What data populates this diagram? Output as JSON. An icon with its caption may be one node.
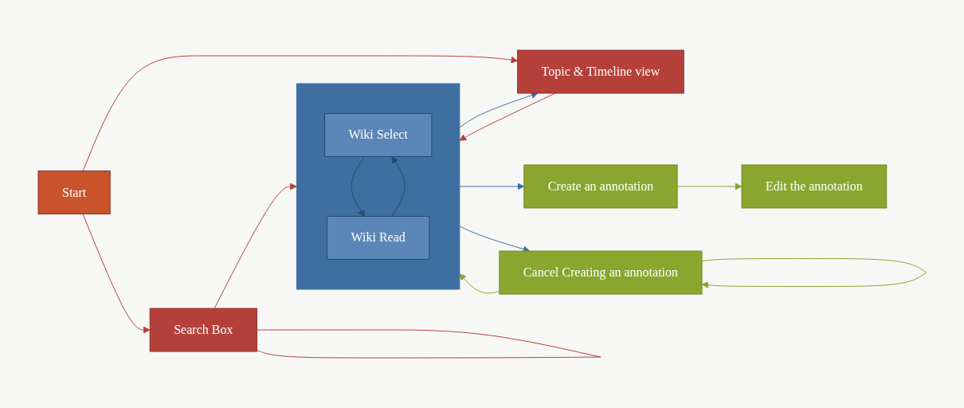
{
  "diagram": {
    "nodes": [
      {
        "text": [
          "Start"
        ]
      },
      {
        "text": [
          "Topic & Timeline view"
        ]
      },
      {
        "text": [
          "Search Box"
        ]
      },
      {
        "text": [],
        "shape": "box"
      },
      {
        "text": [
          "Wiki Select"
        ],
        "in": 3
      },
      {
        "text": [
          "Wiki Read"
        ],
        "in": 3
      },
      {
        "text": [
          "Cancel Creating an annotation"
        ]
      },
      {
        "text": [
          "Create an annotation"
        ]
      },
      {
        "text": [
          "Edit the annotation"
        ]
      }
    ],
    "edges": [
      {
        "from": 0,
        "to": 1,
        "arrow": "to",
        "color": "#b5403a"
      },
      {
        "from": 0,
        "to": 2,
        "arrow": "to",
        "color": "#b5403a"
      },
      {
        "from": 2,
        "to": 2,
        "arrow": "none",
        "color": "#b5403a"
      },
      {
        "from": 1,
        "to": 3,
        "arrow": "to",
        "color": "#b5403a"
      },
      {
        "from": 2,
        "to": 3,
        "arrow": "to",
        "color": "#b5403a"
      },
      {
        "from": 3,
        "to": 1,
        "arrow": "to",
        "color": "#3f6fa0"
      },
      {
        "from": 4,
        "to": 5,
        "arrow": "to",
        "color": "#2a4a6e"
      },
      {
        "from": 5,
        "to": 4,
        "arrow": "to",
        "color": "#2a4a6e"
      },
      {
        "from": 3,
        "to": 6,
        "arrow": "to",
        "color": "#3f6fa0"
      },
      {
        "from": 3,
        "to": 7,
        "arrow": "to",
        "color": "#3f6fa0"
      },
      {
        "from": 6,
        "to": 6,
        "arrow": "to",
        "color": "#8aa62e"
      },
      {
        "from": 6,
        "to": 3,
        "arrow": "to",
        "color": "#8aa62e"
      },
      {
        "from": 7,
        "to": 8,
        "arrow": "to",
        "color": "#8aa62e"
      }
    ]
  }
}
